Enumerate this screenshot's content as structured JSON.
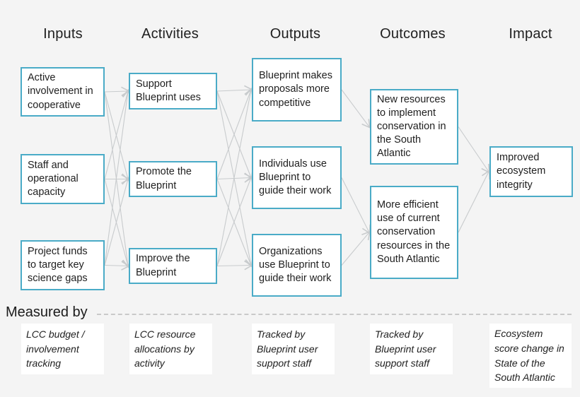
{
  "headers": [
    {
      "label": "Inputs"
    },
    {
      "label": "Activities"
    },
    {
      "label": "Outputs"
    },
    {
      "label": "Outcomes"
    },
    {
      "label": "Impact"
    }
  ],
  "nodes": {
    "input1": {
      "text": "Active involvement in cooperative"
    },
    "input2": {
      "text": "Staff and operational capacity"
    },
    "input3": {
      "text": "Project funds to target key science gaps"
    },
    "act1": {
      "text": "Support Blueprint uses"
    },
    "act2": {
      "text": "Promote the Blueprint"
    },
    "act3": {
      "text": "Improve the Blueprint"
    },
    "out1": {
      "text": "Blueprint makes proposals more competitive"
    },
    "out2": {
      "text": "Individuals use Blueprint to guide their work"
    },
    "out3": {
      "text": "Organizations use Blueprint to guide their work"
    },
    "outc1": {
      "text": "New resources to implement conservation in the South Atlantic"
    },
    "outc2": {
      "text": "More efficient use of current conservation resources in the South Atlantic"
    },
    "impact": {
      "text": "Improved ecosystem integrity"
    }
  },
  "edges": [
    {
      "from": "input1",
      "to": "act1"
    },
    {
      "from": "input1",
      "to": "act2"
    },
    {
      "from": "input1",
      "to": "act3"
    },
    {
      "from": "input2",
      "to": "act1"
    },
    {
      "from": "input2",
      "to": "act2"
    },
    {
      "from": "input2",
      "to": "act3"
    },
    {
      "from": "input3",
      "to": "act1"
    },
    {
      "from": "input3",
      "to": "act2"
    },
    {
      "from": "input3",
      "to": "act3"
    },
    {
      "from": "act1",
      "to": "out1"
    },
    {
      "from": "act1",
      "to": "out2"
    },
    {
      "from": "act1",
      "to": "out3"
    },
    {
      "from": "act2",
      "to": "out1"
    },
    {
      "from": "act2",
      "to": "out2"
    },
    {
      "from": "act2",
      "to": "out3"
    },
    {
      "from": "act3",
      "to": "out1"
    },
    {
      "from": "act3",
      "to": "out2"
    },
    {
      "from": "act3",
      "to": "out3"
    },
    {
      "from": "out1",
      "to": "outc1"
    },
    {
      "from": "out2",
      "to": "outc2"
    },
    {
      "from": "out3",
      "to": "outc2"
    },
    {
      "from": "outc1",
      "to": "impact"
    },
    {
      "from": "outc2",
      "to": "impact"
    }
  ],
  "measured_by": {
    "label": "Measured by",
    "items": [
      {
        "text": "LCC budget / involvement tracking"
      },
      {
        "text": "LCC resource allocations by activity"
      },
      {
        "text": "Tracked by Blueprint user support staff"
      },
      {
        "text": "Tracked by Blueprint user support staff"
      },
      {
        "text": "Ecosystem score change in State of the South Atlantic"
      }
    ]
  },
  "colors": {
    "background": "#f4f4f4",
    "box_border": "#4aabc7",
    "box_fill": "#ffffff",
    "arrow": "#c8cbcd",
    "text": "#212121",
    "divider": "#c9c9c9"
  }
}
